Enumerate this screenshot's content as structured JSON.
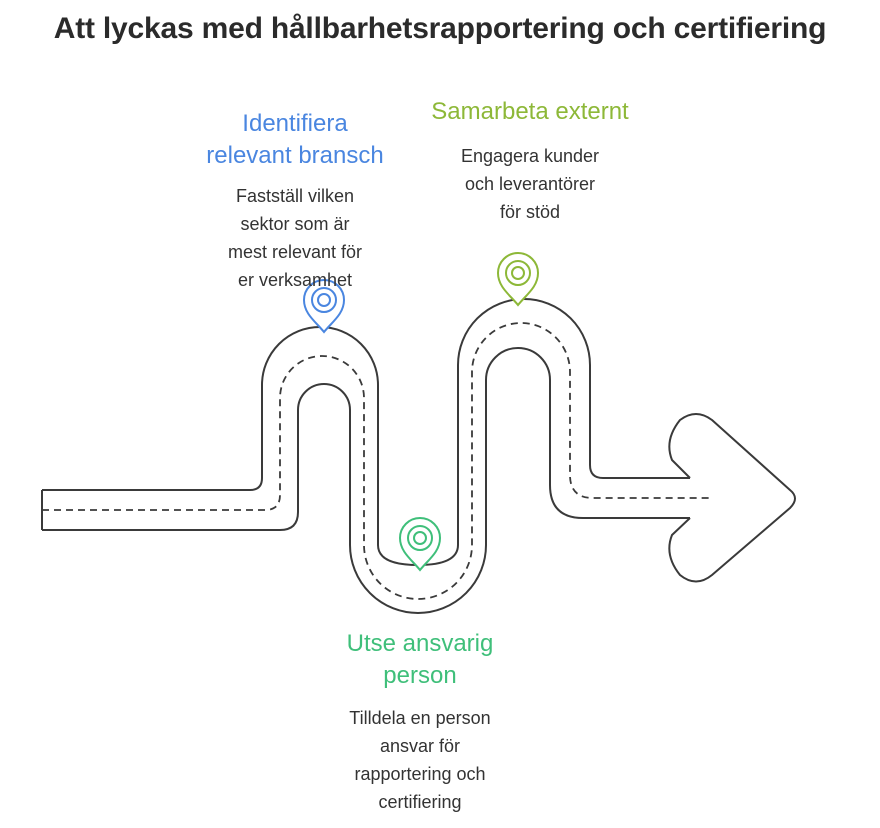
{
  "title": "Att lyckas med hållbarhetsrapportering och certifiering",
  "colors": {
    "blue": "#4a86e0",
    "green": "#3fbf7a",
    "lime": "#8db838",
    "road": "#3a3a3a",
    "text": "#333333"
  },
  "steps": [
    {
      "title": [
        "Identifiera",
        "relevant bransch"
      ],
      "desc": [
        "Fastställ vilken",
        "sektor som är",
        "mest relevant för",
        "er verksamhet"
      ],
      "color": "#4a86e0",
      "icon": "location-pin-icon"
    },
    {
      "title": [
        "Samarbeta externt"
      ],
      "desc": [
        "Engagera kunder",
        "och leverantörer",
        "för stöd"
      ],
      "color": "#8db838",
      "icon": "location-pin-icon"
    },
    {
      "title": [
        "Utse ansvarig",
        "person"
      ],
      "desc": [
        "Tilldela en person",
        "ansvar för",
        "rapportering och",
        "certifiering"
      ],
      "color": "#3fbf7a",
      "icon": "location-pin-icon"
    }
  ]
}
